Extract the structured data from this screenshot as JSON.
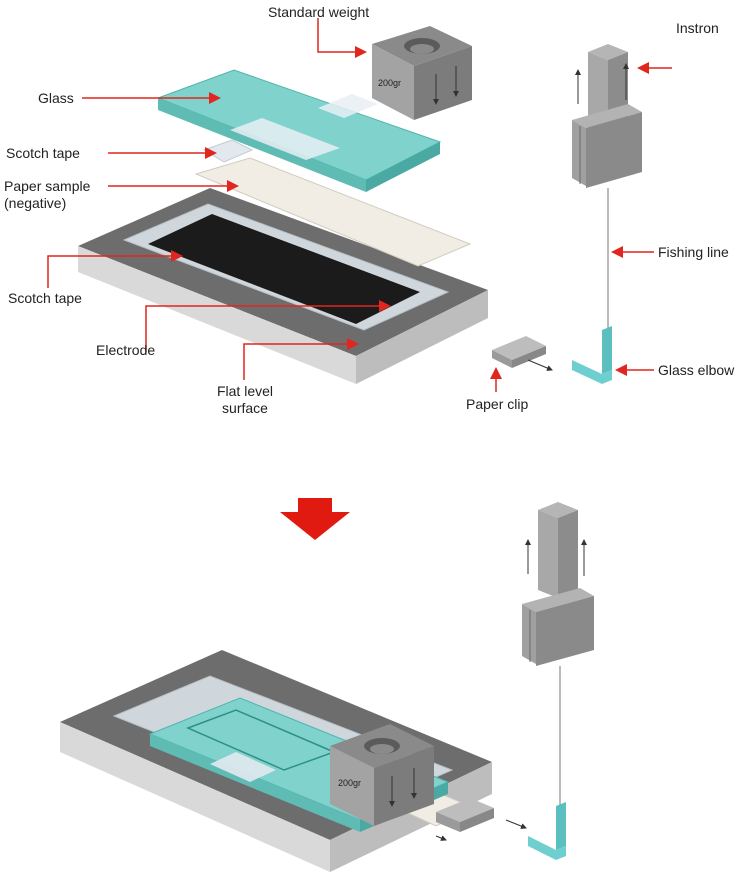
{
  "labels": {
    "standard_weight": "Standard weight",
    "glass": "Glass",
    "scotch_tape_top": "Scotch tape",
    "paper_sample_line1": "Paper sample",
    "paper_sample_line2": "(negative)",
    "scotch_tape_bottom": "Scotch tape",
    "electrode": "Electrode",
    "flat_level_line1": "Flat level",
    "flat_level_line2": "surface",
    "instron": "Instron",
    "fishing_line": "Fishing line",
    "glass_elbow": "Glass elbow",
    "paper_clip": "Paper clip"
  },
  "weight_text": {
    "top": "200gr",
    "bottom": "200gr"
  },
  "colors": {
    "leader_line": "#e0261f",
    "arrow_down": "#e01a10",
    "glass": "#7fd3cc",
    "electrode": "#1b1b1b",
    "paper": "#f1ede4",
    "surface_top": "#6e6e6e",
    "metal": "#9a9a9a"
  }
}
